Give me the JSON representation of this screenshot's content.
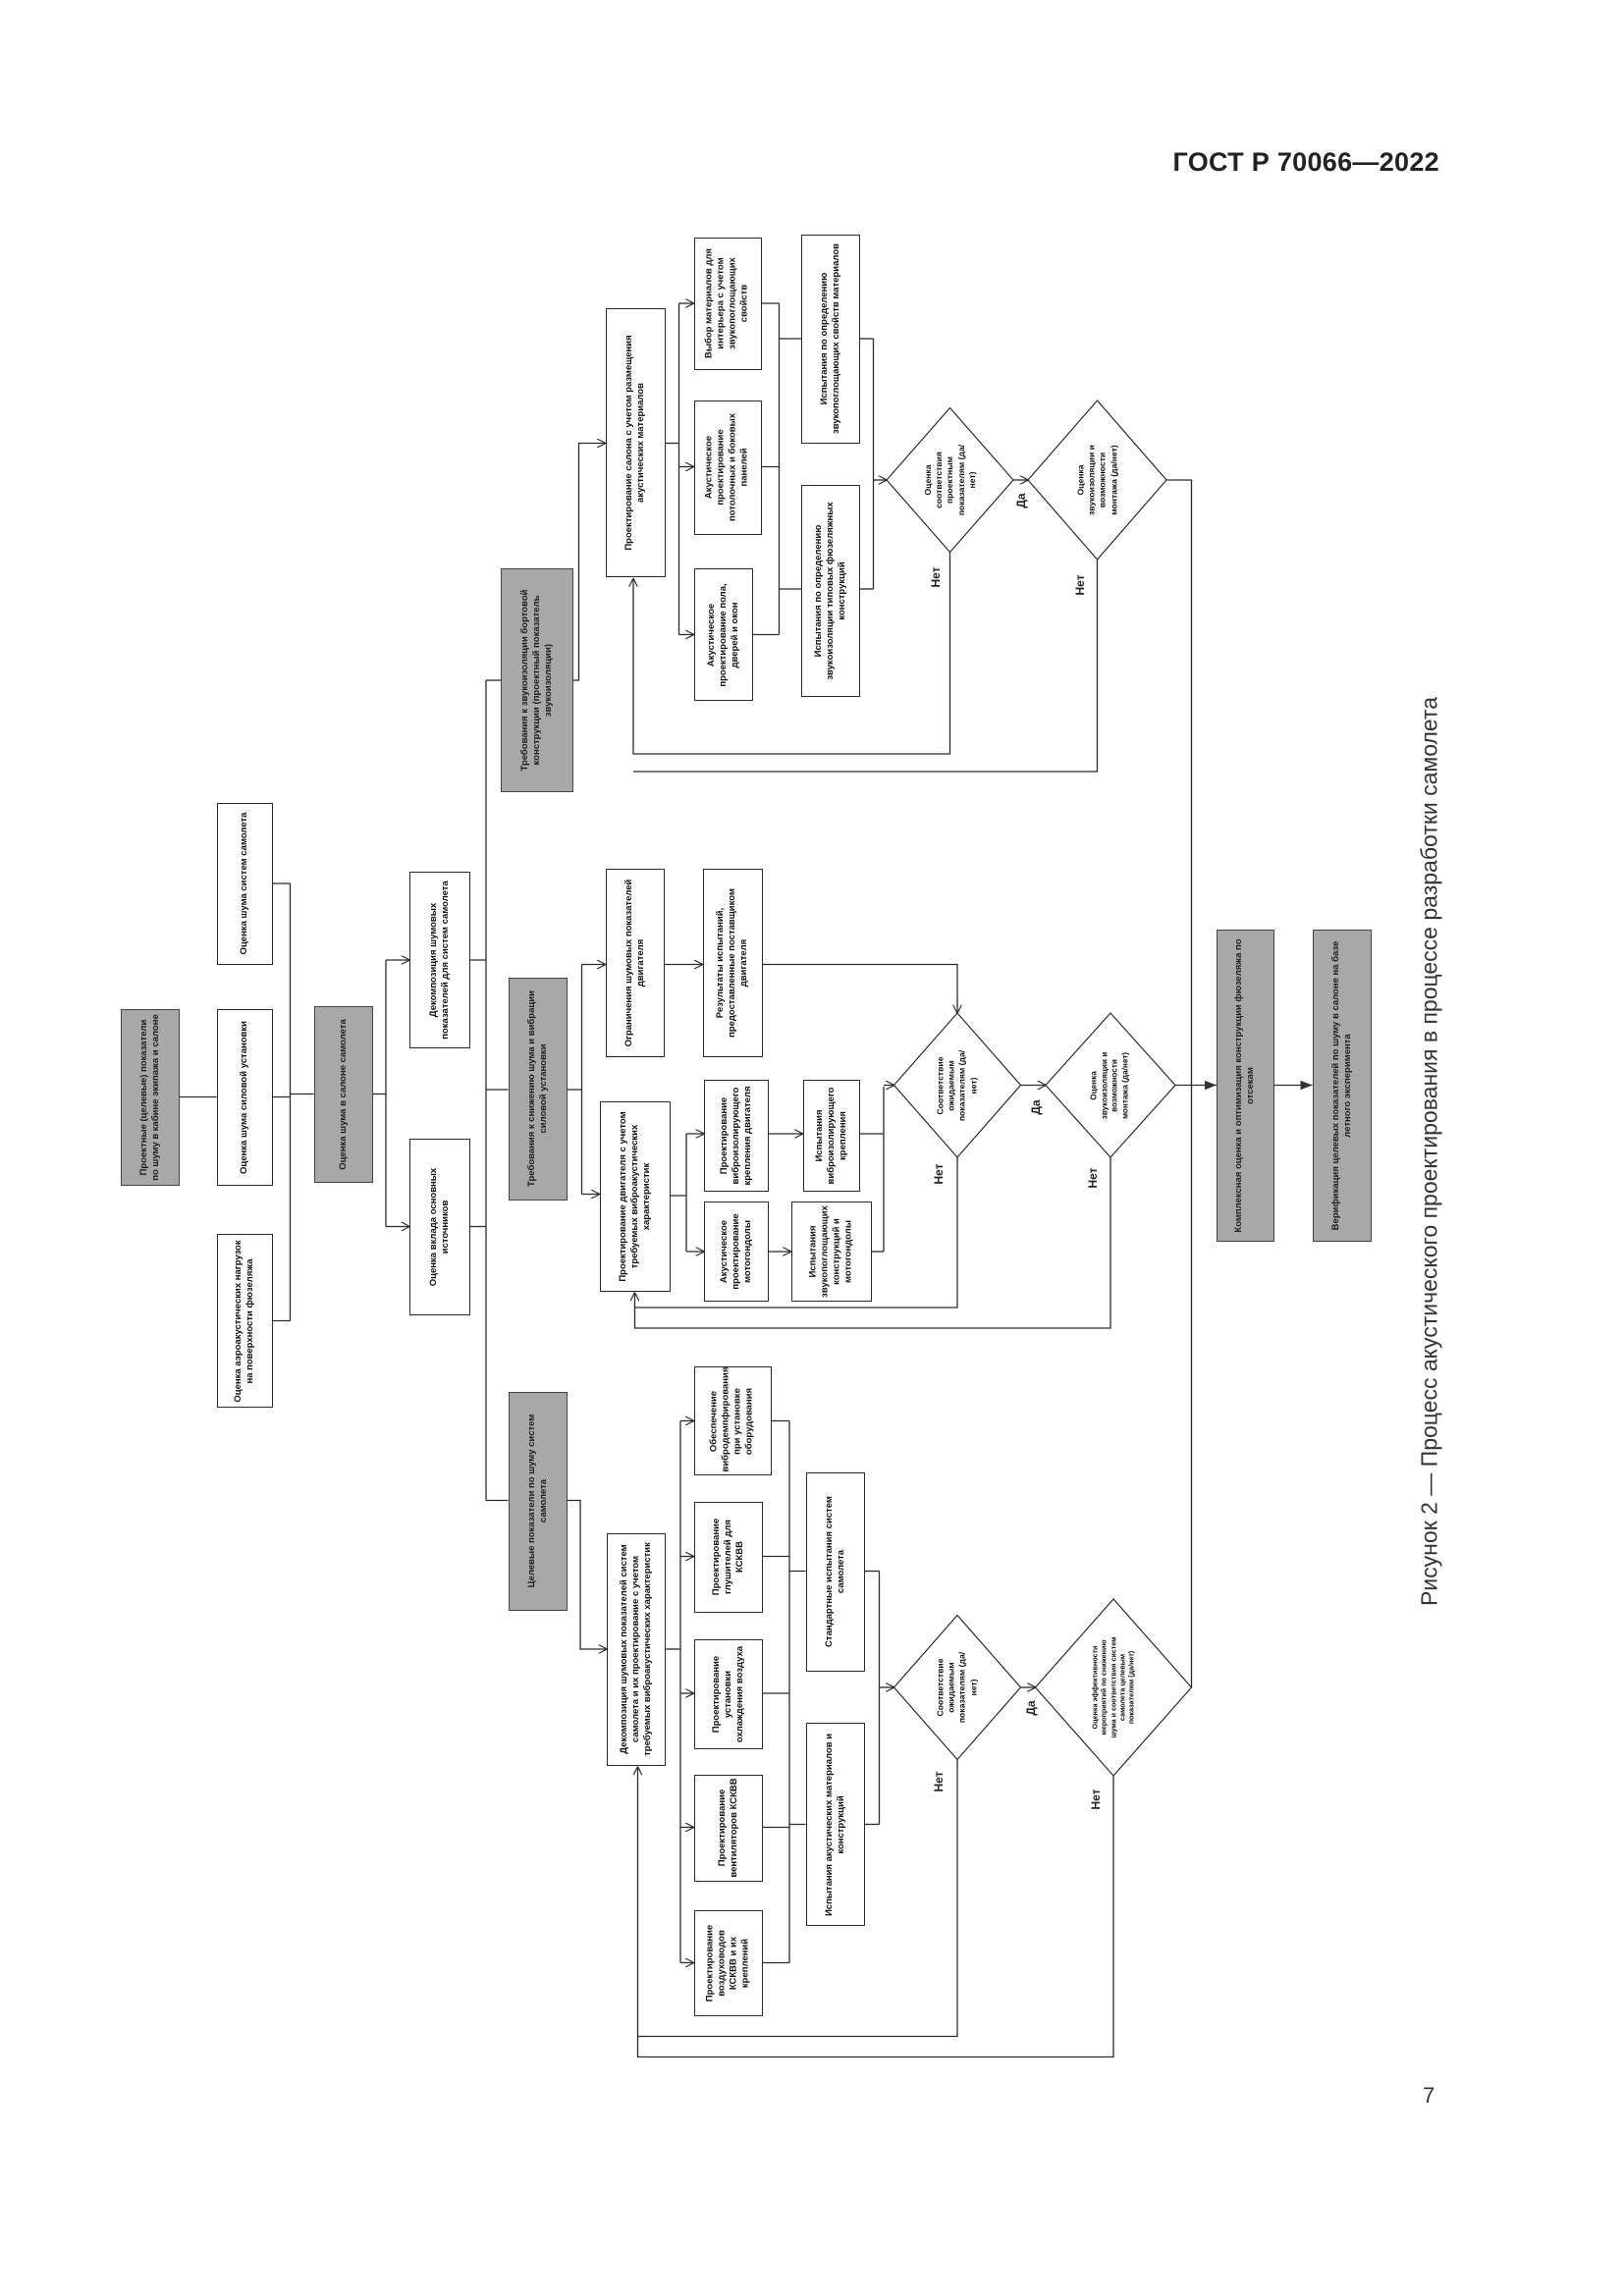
{
  "header": "ГОСТ Р 70066—2022",
  "caption": "Рисунок 2 — Процесс акустического проектирования в процессе разработки самолета",
  "page_number": "7",
  "nodes": {
    "b1": "Проектные (целевые) показатели по шуму в кабине экипажа и салоне",
    "b2": "Оценка шума систем самолета",
    "b3": "Оценка шума силовой установки",
    "b4": "Оценка аэроакустических нагрузок на поверхности фюзеляжа",
    "b5": "Оценка шума в салоне самолета",
    "b6": "Декомпозиция шумовых показателей для систем самолета",
    "b7": "Оценка вклада основных источников",
    "b8": "Требования к звукоизоляции бортовой конструкции (проектный показатель звукоизоляции)",
    "b9": "Требования к снижению шума и вибрации силовой установки",
    "b10": "Целевые показатели по шуму систем самолета",
    "a1": "Проектирование салона с учетом размещения акустических материалов",
    "a2": "Акустическое проектирование пола, дверей и окон",
    "a3": "Акустическое проектирование потолочных и боковых панелей",
    "a4": "Выбор материалов для интерьера с учетом звукопоглощающих свойств",
    "t1": "Испытания по определению звукоизоляции типовых фюзеляжных конструкций",
    "t2": "Испытания по определению звукопоглощающих свойств материалов",
    "e1": "Ограничения шумовых показателей двигателя",
    "e2": "Проектирование двигателя с учетом требуемых виброакустических характеристик",
    "e3": "Результаты испытаний, предоставленные поставщиком двигателя",
    "e4": "Проектирование виброизолирующего крепления двигателя",
    "e5": "Акустическое проектирование мотогондолы",
    "e6": "Испытания виброизолирующего крепления",
    "e7": "Испытания звукопоглощающих конструкций и мотогондолы",
    "c1": "Декомпозиция шумовых показателей систем самолета и их проектирование с учетом требуемых виброакустических характеристик",
    "c2": "Обеспечение вибродемпфирования при установке оборудования",
    "c3": "Проектирование глушителей для КСКВВ",
    "c4": "Проектирование установки охлаждения воздуха",
    "c5": "Проектирование вентиляторов КСКВВ",
    "c6": "Проектирование воздуховодов КСКВВ и их креплений",
    "ct1": "Стандартные испытания систем самолета",
    "ct2": "Испытания акустических материалов и конструкций",
    "k1": "Комплексная оценка и оптимизация конструкции фюзеляжа по отсекам",
    "k2": "Верификация целевых показателей по шуму в салоне на базе летного эксперимента"
  },
  "decisions": {
    "d1": "Оценка соответствия проектным показателям (да/нет)",
    "d2": "Оценка звукоизоляции и возможности монтажа (да/нет)",
    "db1": "Соответствие ожидаемым показателям (да/нет)",
    "db2": "Оценка звукоизоляции и возможности монтажа (да/нет)",
    "dc1": "Соответствие ожидаемым показателям (да/нет)",
    "dc2": "Оценка эффективности мероприятий по снижению шума и соответствия систем самолета целевым показателям (да/нет)"
  },
  "labels": {
    "yes": "Да",
    "no": "Нет"
  },
  "colors": {
    "highlight_box": "#a8a8a8",
    "line": "#2a2a2a"
  }
}
